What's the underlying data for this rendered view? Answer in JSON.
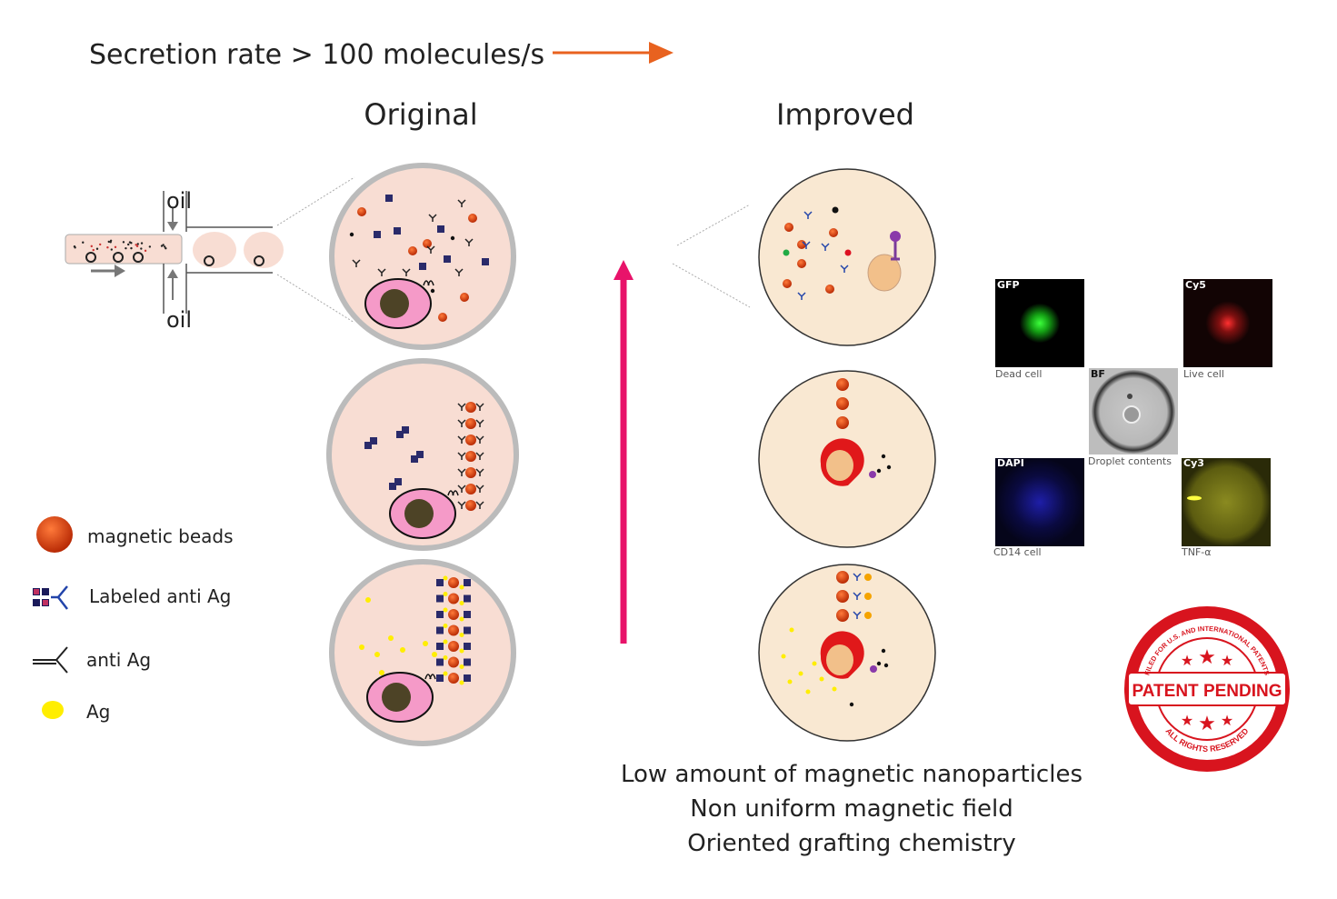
{
  "header": {
    "title": "Secretion rate > 100 molecules/s",
    "arrow_color": "#e8621f"
  },
  "columns": {
    "original": "Original",
    "improved": "Improved"
  },
  "channel": {
    "oil_top": "oil",
    "oil_bottom": "oil"
  },
  "legend": [
    {
      "icon": "magnetic-bead-icon",
      "label": "magnetic beads"
    },
    {
      "icon": "labeled-antibody-icon",
      "label": "Labeled  anti Ag"
    },
    {
      "icon": "antibody-icon",
      "label": "anti Ag"
    },
    {
      "icon": "antigen-icon",
      "label": "Ag"
    }
  ],
  "improvements": [
    "Low amount of magnetic nanoparticles",
    "Non uniform magnetic field",
    "Oriented grafting chemistry"
  ],
  "microscopy": [
    {
      "channel": "GFP",
      "caption": "Dead cell",
      "color": "#1ec81e"
    },
    {
      "channel": "Cy5",
      "caption": "Live cell",
      "color": "#e01010"
    },
    {
      "channel": "BF",
      "caption": "Droplet contents",
      "color": "#c8c8c8"
    },
    {
      "channel": "DAPI",
      "caption": "CD14 cell",
      "color": "#1a1aa0"
    },
    {
      "channel": "Cy3",
      "caption": "TNF-α",
      "color": "#e8e020"
    }
  ],
  "stamp": {
    "main": "PATENT PENDING",
    "top_arc": "FILED FOR U.S. AND INTERNATIONAL PATENTS",
    "bottom_arc": "ALL RIGHTS RESERVED",
    "color": "#d8141e"
  },
  "colors": {
    "up_arrow": "#e8136a",
    "original_droplet": "#f8ddd3",
    "improved_droplet": "#f9e8d2"
  }
}
